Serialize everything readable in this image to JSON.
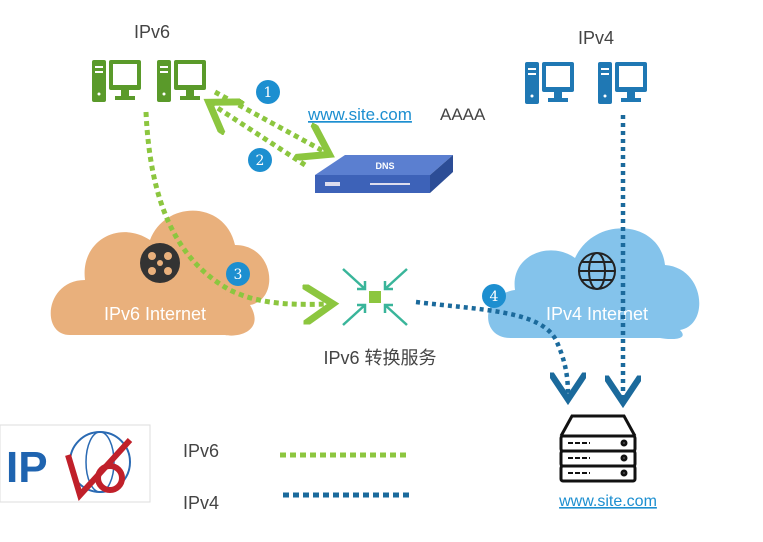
{
  "labels": {
    "ipv6_clients": "IPv6",
    "ipv4_clients": "IPv4",
    "dns_query_domain": "www.site.com",
    "dns_record_type": "AAAA",
    "dns_device": "DNS",
    "ipv6_internet": "IPv6 Internet",
    "ipv4_internet": "IPv4 Internet",
    "translation_service": "IPv6 转换服务",
    "server_link": "www.site.com"
  },
  "steps": [
    "1",
    "2",
    "3",
    "4"
  ],
  "legend": [
    {
      "label": "IPv6",
      "color": "#8cc63f"
    },
    {
      "label": "IPv4",
      "color": "#1b6a9c"
    }
  ],
  "logo": {
    "text": "IPv6"
  },
  "colors": {
    "ipv6_green": "#8cc63f",
    "ipv4_blue": "#1b6a9c",
    "badge_blue": "#1d8fd0",
    "cloud_orange": "#e9b07c",
    "cloud_blue": "#84c3eb"
  }
}
